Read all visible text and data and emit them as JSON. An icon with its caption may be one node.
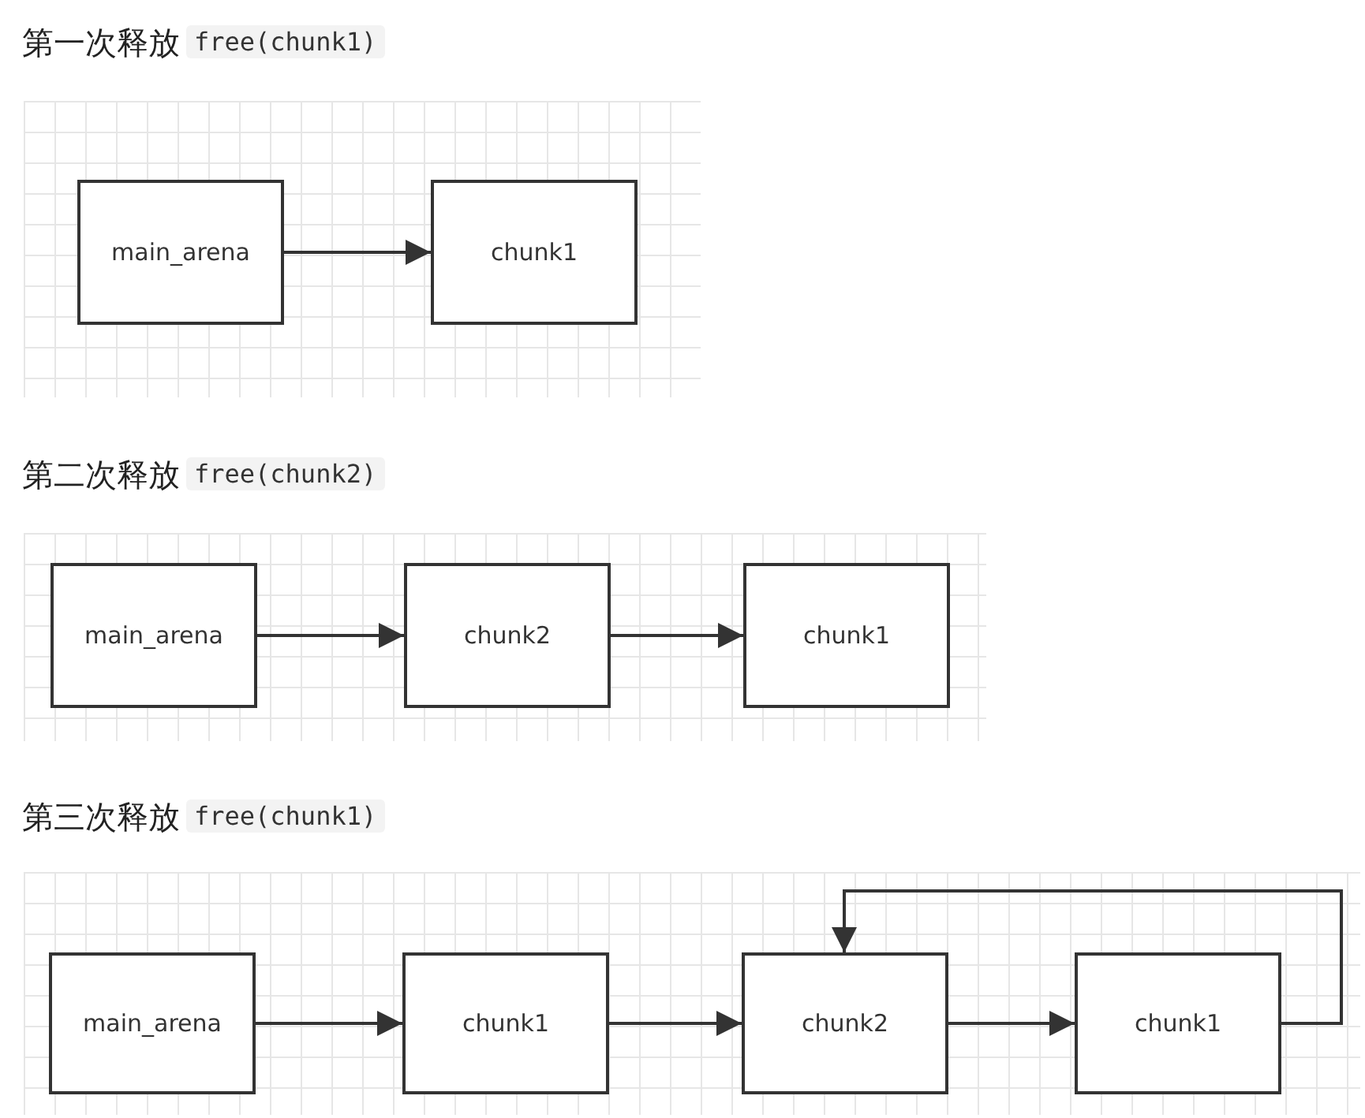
{
  "diagram": {
    "nodes": [
      {
        "text": [
          "main_arena"
        ]
      },
      {
        "text": [
          "chunk1"
        ]
      },
      {
        "text": [
          "main_arena"
        ]
      },
      {
        "text": [
          "chunk2"
        ]
      },
      {
        "text": [
          "chunk1"
        ]
      },
      {
        "text": [
          "main_arena"
        ]
      },
      {
        "text": [
          "chunk1"
        ]
      },
      {
        "text": [
          "chunk2"
        ]
      },
      {
        "text": [
          "chunk1"
        ]
      }
    ],
    "edges": [
      {
        "from": 0,
        "to": 1,
        "arrow": "to"
      },
      {
        "from": 2,
        "to": 3,
        "arrow": "to"
      },
      {
        "from": 3,
        "to": 4,
        "arrow": "to"
      },
      {
        "from": 5,
        "to": 6,
        "arrow": "to"
      },
      {
        "from": 6,
        "to": 7,
        "arrow": "to"
      },
      {
        "from": 7,
        "to": 8,
        "arrow": "to"
      },
      {
        "from": 8,
        "to": 7,
        "arrow": "to"
      }
    ],
    "labels": [
      "第一次释放",
      "free(chunk1)",
      "第二次释放",
      "free(chunk2)",
      "第三次释放",
      "free(chunk1)"
    ]
  }
}
